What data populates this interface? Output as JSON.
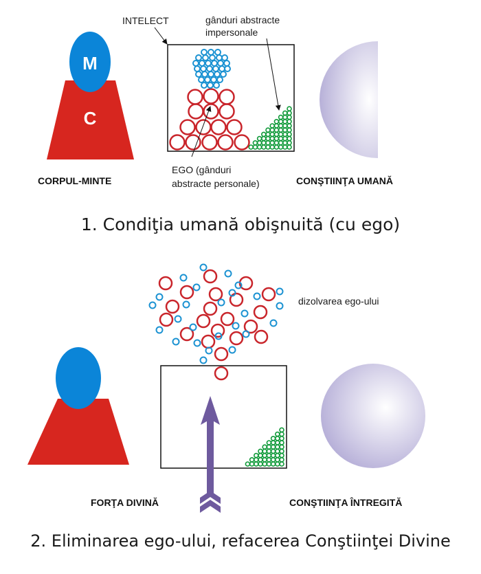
{
  "colors": {
    "body_red": "#d7261f",
    "mind_blue": "#0b85d8",
    "ego_red": "#c9252b",
    "abstract_blue": "#1b92d2",
    "green": "#119a3a",
    "sphere_light": "#ffffff",
    "sphere_dark": "#b7b0d8",
    "arrow_purple": "#6e5a9e",
    "line": "#111111"
  },
  "icons": {
    "body": "trapezoid-shape",
    "mind": "ellipse-shape",
    "consciousness": "sphere-shape",
    "divine_force": "arrow-up-icon"
  },
  "section1": {
    "mind_letter": "M",
    "body_letter": "C",
    "intelect_label": "INTELECT",
    "impersonal_label_line1": "gânduri abstracte",
    "impersonal_label_line2": "impersonale",
    "ego_label_line1": "EGO (gânduri",
    "ego_label_line2": "abstracte personale)",
    "body_mind_label": "CORPUL-MINTE",
    "consciousness_label": "CONŞTIINŢA UMANĂ",
    "caption": "1. Condiţia umană obişnuită (cu ego)"
  },
  "section2": {
    "dissolution_label": "dizolvarea ego-ului",
    "force_label": "FORŢA DIVINĂ",
    "consciousness_label": "CONŞTIINŢA ÎNTREGITĂ",
    "caption": "2. Eliminarea ego-ului, refacerea Conştiinţei Divine"
  }
}
